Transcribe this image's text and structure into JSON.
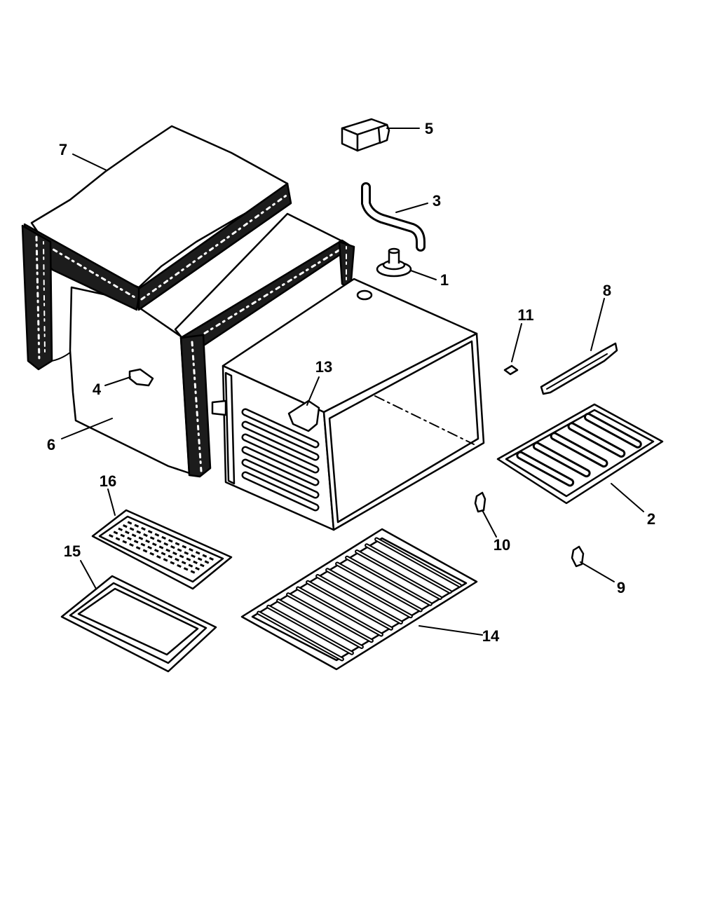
{
  "callouts": [
    "1",
    "2",
    "3",
    "4",
    "5",
    "6",
    "7",
    "8",
    "9",
    "10",
    "11",
    "13",
    "14",
    "15",
    "16"
  ],
  "colors": {
    "ink": "#000000",
    "paper": "#ffffff"
  }
}
